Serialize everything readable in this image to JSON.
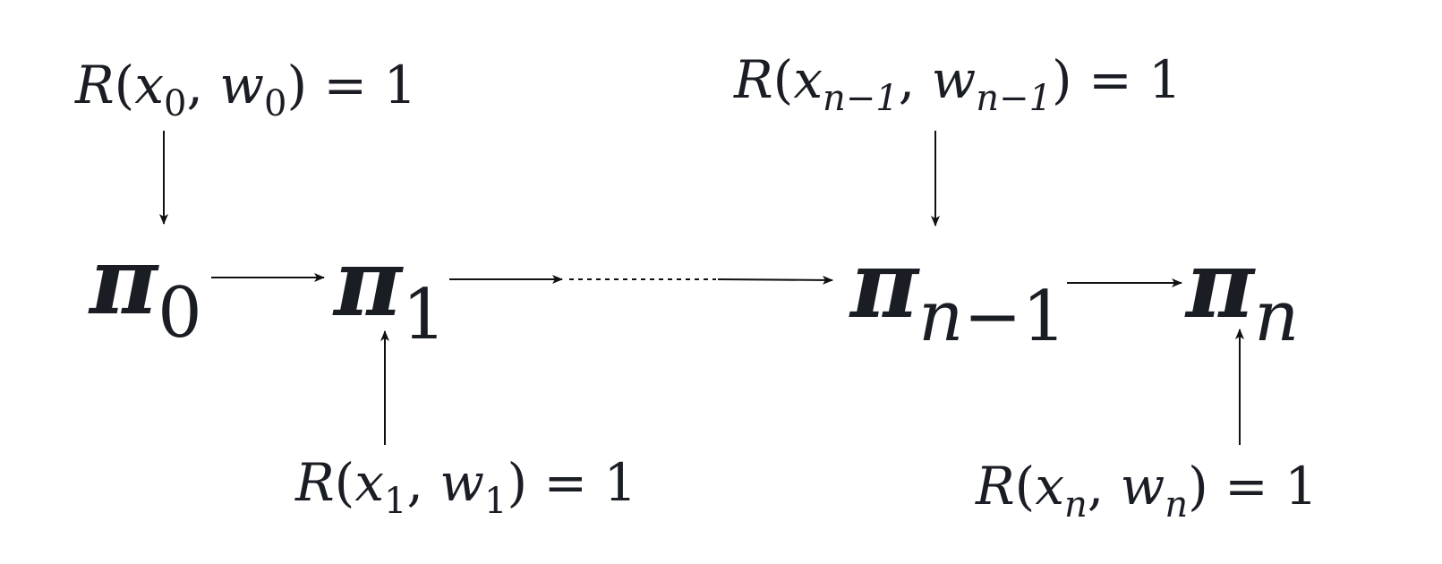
{
  "nodes": [
    {
      "symbol": "π",
      "sub": "0"
    },
    {
      "symbol": "π",
      "sub": "1"
    },
    {
      "symbol": "π",
      "sub_var": "n",
      "sub_rest": "−1"
    },
    {
      "symbol": "π",
      "sub_var": "n"
    }
  ],
  "constraints": [
    {
      "fn": "R",
      "x": "x",
      "xsub": "0",
      "w": "w",
      "wsub": "0",
      "rhs": "= 1"
    },
    {
      "fn": "R",
      "x": "x",
      "xsub": "1",
      "w": "w",
      "wsub": "1",
      "rhs": "= 1"
    },
    {
      "fn": "R",
      "x": "x",
      "xsub": "n−1",
      "w": "w",
      "wsub": "n−1",
      "rhs": "= 1"
    },
    {
      "fn": "R",
      "x": "x",
      "xsub": "n",
      "w": "w",
      "wsub": "n",
      "rhs": "= 1"
    }
  ],
  "punct": {
    "open": "(",
    "comma": ", ",
    "close": ") "
  }
}
